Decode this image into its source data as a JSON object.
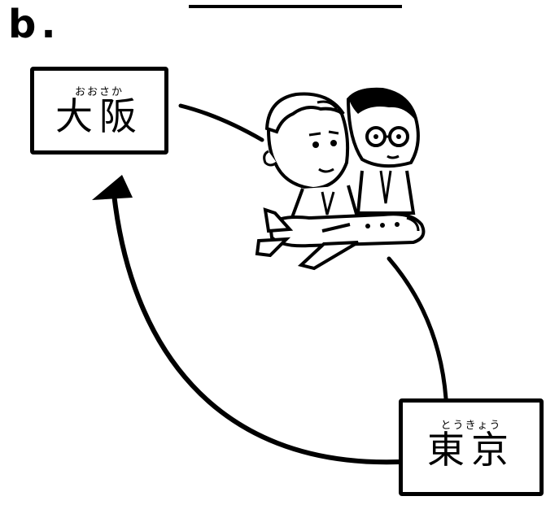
{
  "panel": {
    "label": "b."
  },
  "osaka": {
    "furigana": "おおさか",
    "kanji": "大阪"
  },
  "tokyo": {
    "furigana": "とうきょう",
    "kanji": "東京"
  },
  "colors": {
    "ink": "#000000",
    "paper": "#ffffff"
  }
}
